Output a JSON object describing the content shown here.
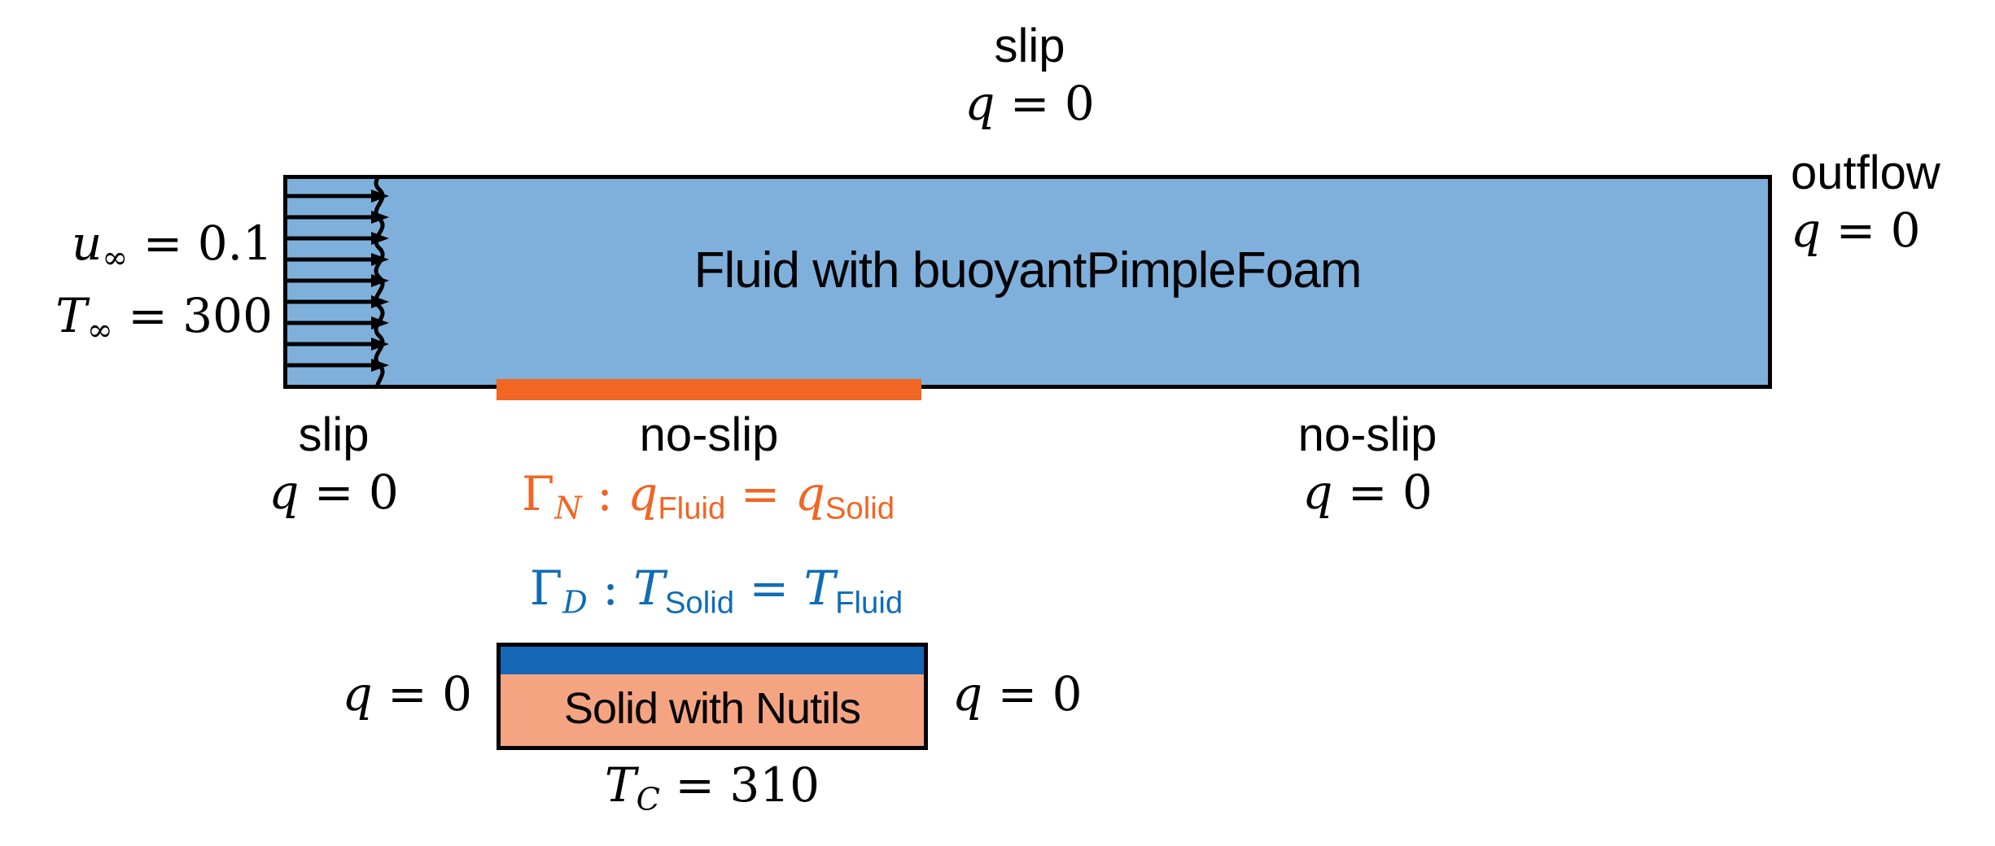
{
  "diagram": {
    "title_hidden": "Conjugate heat transfer setup",
    "colors": {
      "fluid_fill": "#7FB0DC",
      "solid_fill": "#F5A482",
      "neumann_orange": "#F26522",
      "dirichlet_blue": "#1567B5",
      "outline": "#000000"
    },
    "fluid_region": {
      "label": "Fluid with buoyantPimpleFoam"
    },
    "solid_region": {
      "label": "Solid with Nutils"
    },
    "inlet": {
      "velocity": "u",
      "velocity_sub": "∞",
      "velocity_eq": "= 0.1",
      "temperature": "T",
      "temperature_sub": "∞",
      "temperature_eq": "= 300",
      "arrow_count": 10,
      "icon": "velocity-profile-arrows"
    },
    "boundaries": {
      "top": {
        "type": "slip",
        "flux": "q = 0",
        "flux_var": "q",
        "flux_val": "= 0"
      },
      "outlet": {
        "type": "outflow",
        "flux_var": "q",
        "flux_val": "= 0"
      },
      "bottom_left": {
        "type": "slip",
        "flux_var": "q",
        "flux_val": "= 0"
      },
      "bottom_coupled": {
        "type": "no-slip"
      },
      "bottom_right": {
        "type": "no-slip",
        "flux_var": "q",
        "flux_val": "= 0"
      },
      "solid_left": {
        "flux_var": "q",
        "flux_val": "= 0"
      },
      "solid_right": {
        "flux_var": "q",
        "flux_val": "= 0"
      },
      "solid_bottom": {
        "temp_var": "T",
        "temp_sub": "C",
        "temp_val": "= 310"
      }
    },
    "coupling": {
      "neumann": {
        "gamma": "Γ",
        "gamma_sub": "N",
        "colon": ":",
        "lhs_var": "q",
        "lhs_sub": "Fluid",
        "eq": "=",
        "rhs_var": "q",
        "rhs_sub": "Solid"
      },
      "dirichlet": {
        "gamma": "Γ",
        "gamma_sub": "D",
        "colon": ":",
        "lhs_var": "T",
        "lhs_sub": "Solid",
        "eq": "=",
        "rhs_var": "T",
        "rhs_sub": "Fluid"
      }
    }
  }
}
